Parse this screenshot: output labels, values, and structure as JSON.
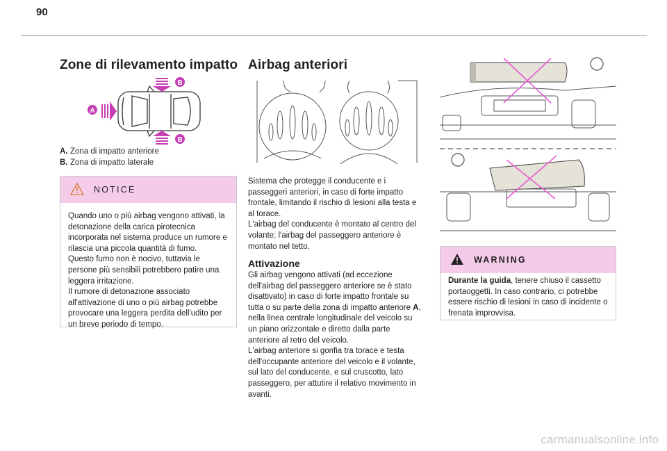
{
  "page": {
    "number": "90"
  },
  "left": {
    "title": "Zone di rilevamento impatto",
    "figure": {
      "label_a": "A",
      "label_b": "B"
    },
    "legend": [
      {
        "key": "A.",
        "text": "Zona di impatto anteriore"
      },
      {
        "key": "B.",
        "text": "Zona di impatto laterale"
      }
    ],
    "notice": {
      "label": "NOTICE",
      "text": "Quando uno o più airbag vengono attivati, la detonazione della carica pirotecnica incorporata nel sistema produce un rumore e rilascia una piccola quantità di fumo.\nQuesto fumo non è nocivo, tuttavia le persone più sensibili potrebbero patire una leggera irritazione.\nIl rumore di detonazione associato all'attivazione di uno o più airbag potrebbe provocare una leggera perdita dell'udito per un breve periodo di tempo."
    }
  },
  "middle": {
    "title": "Airbag anteriori",
    "intro": "Sistema che protegge il conducente e i passeggeri anteriori, in caso di forte impatto frontale, limitando il rischio di lesioni alla testa e al torace.\nL'airbag del conducente è montato al centro del volante; l'airbag del passeggero anteriore è montato nel tetto.",
    "subtitle": "Attivazione",
    "activation_part1": "Gli airbag vengono attivati (ad eccezione dell'airbag del passeggero anteriore se è stato disattivato) in caso di forte impatto frontale su tutta o su parte della zona di impatto anteriore ",
    "activation_bold": "A",
    "activation_part2": ", nella linea centrale longitudinale del veicolo su un piano orizzontale e diretto dalla parte anteriore al retro del veicolo.\nL'airbag anteriore si gonfia tra torace e testa dell'occupante anteriore del veicolo e il volante, sul lato del conducente, e sul cruscotto, lato passeggero, per attutire il relativo movimento in avanti."
  },
  "right": {
    "warning": {
      "label": "WARNING",
      "bold": "Durante la guida",
      "text": ", tenere chiuso il cassetto portaoggetti. In caso contrario, ci potrebbe essere rischio di lesioni in caso di incidente o frenata improvvisa."
    }
  },
  "footer": {
    "watermark": "carmanualsonline.info"
  },
  "colors": {
    "accent_pink": "#f4ccea",
    "marker_magenta": "#c63fb3",
    "cross_pink": "#e85ad6"
  }
}
